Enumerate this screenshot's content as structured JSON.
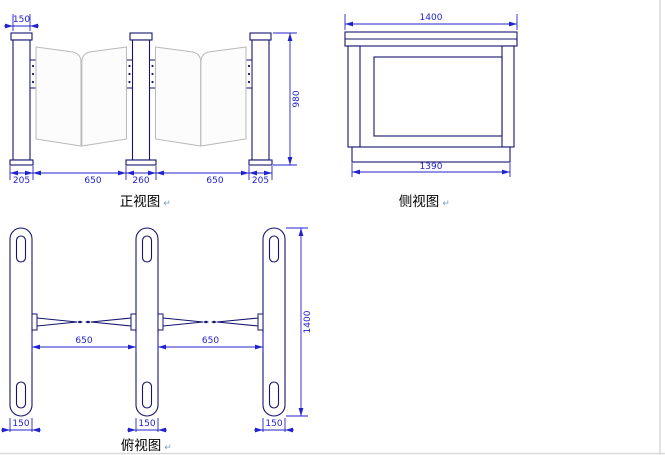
{
  "colors": {
    "drawing_line": "#14146e",
    "dimension": "#2222cc",
    "glass": "#b9b9b9",
    "label_text": "#000000"
  },
  "views": {
    "front": {
      "label": "正视图",
      "mark": "↵",
      "dims": {
        "cap_width": "150",
        "chain": [
          "205",
          "650",
          "260",
          "650",
          "205"
        ],
        "height": "980"
      }
    },
    "side": {
      "label": "侧视图",
      "mark": "↵",
      "dims": {
        "top_width": "1400",
        "bottom_width": "1390"
      }
    },
    "top": {
      "label": "俯视图",
      "mark": "↵",
      "dims": {
        "lanes": [
          "650",
          "650"
        ],
        "depth": "1400",
        "pillar_widths": [
          "150",
          "150",
          "150"
        ]
      }
    }
  }
}
